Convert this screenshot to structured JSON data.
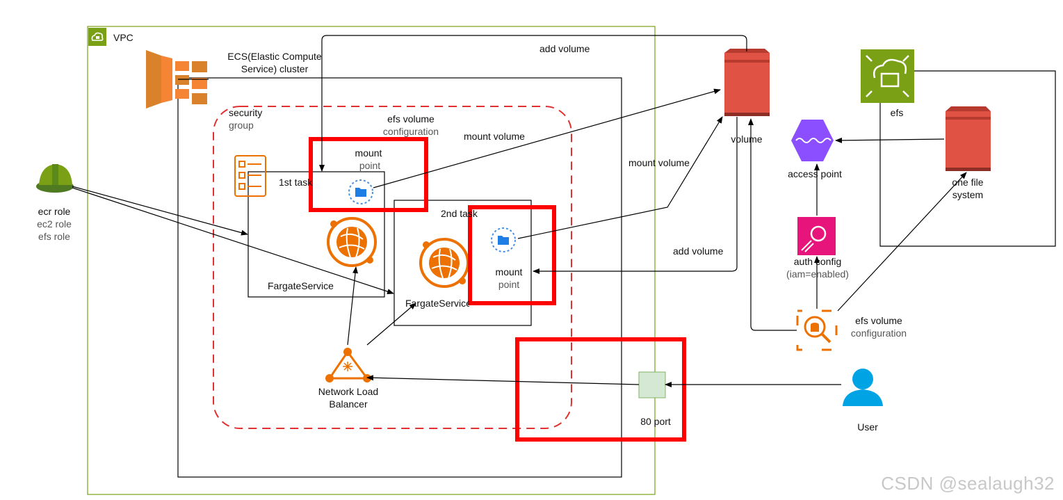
{
  "vpc": {
    "label": "VPC"
  },
  "ecs": {
    "line1": "ECS(Elastic Compute",
    "line2": "Service) cluster"
  },
  "security_group": {
    "line1": "security",
    "line2": "group"
  },
  "efs_volume_config_inner": {
    "line1": "efs volume",
    "line2": "configuration"
  },
  "mount_point_1": {
    "line1": "mount",
    "line2": "point"
  },
  "mount_point_2": {
    "line1": "mount",
    "line2": "point"
  },
  "task_1": {
    "label": "1st task",
    "service": "FargateService"
  },
  "task_2": {
    "label": "2nd task",
    "service": "FargateService"
  },
  "nlb": {
    "line1": "Network Load",
    "line2": "Balancer"
  },
  "roles": {
    "line1": "ecr role",
    "line2": "ec2 role",
    "line3": "efs role"
  },
  "edges": {
    "add_volume_top": "add volume",
    "mount_volume_1": "mount volume",
    "mount_volume_2": "mount volume",
    "add_volume_mid": "add volume"
  },
  "volume": {
    "label": "volume"
  },
  "efs": {
    "label": "efs"
  },
  "access_point": {
    "label": "access point"
  },
  "one_file_system": {
    "line1": "one file",
    "line2": "system"
  },
  "auth_config": {
    "line1": "auth config",
    "line2": "(iam=enabled)"
  },
  "efs_volume_config_outer": {
    "line1": "efs volume",
    "line2": "configuration"
  },
  "port": {
    "label": "80 port"
  },
  "user": {
    "label": "User"
  },
  "watermark": "CSDN @sealaugh32",
  "colors": {
    "vpc_border": "#7aa116",
    "highlight_red": "#ff0000",
    "sg_dash": "#e0302f",
    "aws_orange": "#f58534",
    "fargate_orange": "#ed7100",
    "volume_red": "#e05243",
    "efs_green": "#7aa116",
    "access_point_purple": "#8c4fff",
    "auth_pink": "#e7157b",
    "user_blue": "#00a4e4",
    "mount_blue": "#1f7de6",
    "port_fill": "#d5e8d4"
  }
}
